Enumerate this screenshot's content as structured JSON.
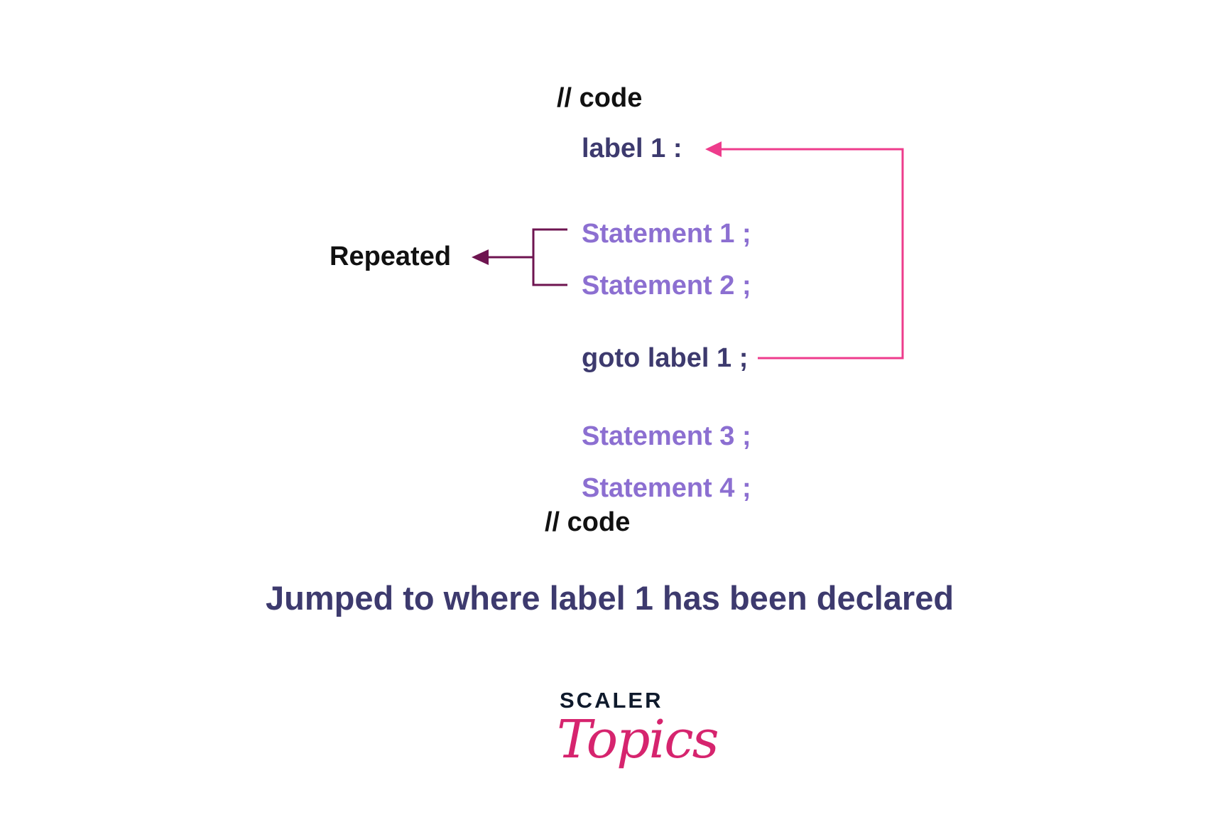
{
  "code": {
    "comment_top": "// code",
    "label_line": "label 1 :",
    "statements_repeated": [
      "Statement 1 ;",
      "Statement 2 ;"
    ],
    "goto_line": "goto label 1 ;",
    "statements_after": [
      "Statement 3 ;",
      "Statement 4 ;"
    ],
    "comment_bottom": "// code"
  },
  "annotation": {
    "repeated_label": "Repeated"
  },
  "caption": "Jumped to where label 1 has been declared",
  "brand": {
    "top": "SCALER",
    "bottom": "Topics"
  },
  "colors": {
    "jump_arrow": "#ee3c8c",
    "repeated_bracket": "#6e1450",
    "label_text": "#3d3a6e",
    "statement_text": "#8c6fd1"
  }
}
